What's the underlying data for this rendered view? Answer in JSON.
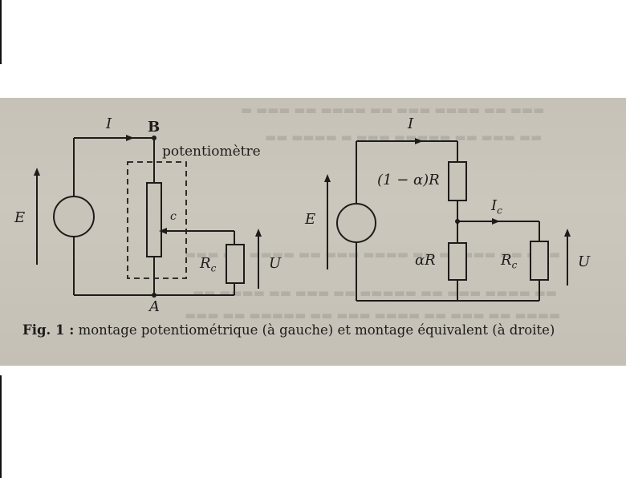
{
  "left_circuit": {
    "source_label": "E",
    "current_label": "I",
    "node_top": "B",
    "node_bottom": "A",
    "potentiometer_label": "potentiomètre",
    "cursor_label": "c",
    "load_label": "R",
    "load_sub": "c",
    "voltage_label": "U"
  },
  "right_circuit": {
    "source_label": "E",
    "current_label": "I",
    "upper_resistor_label": "(1 − α)R",
    "lower_resistor_label": "αR",
    "load_current_label": "I",
    "load_current_sub": "c",
    "load_label": "R",
    "load_sub": "c",
    "voltage_label": "U"
  },
  "caption": {
    "prefix": "Fig. 1 :",
    "text": "montage potentiométrique (à gauche) et montage équivalent (à droite)"
  }
}
